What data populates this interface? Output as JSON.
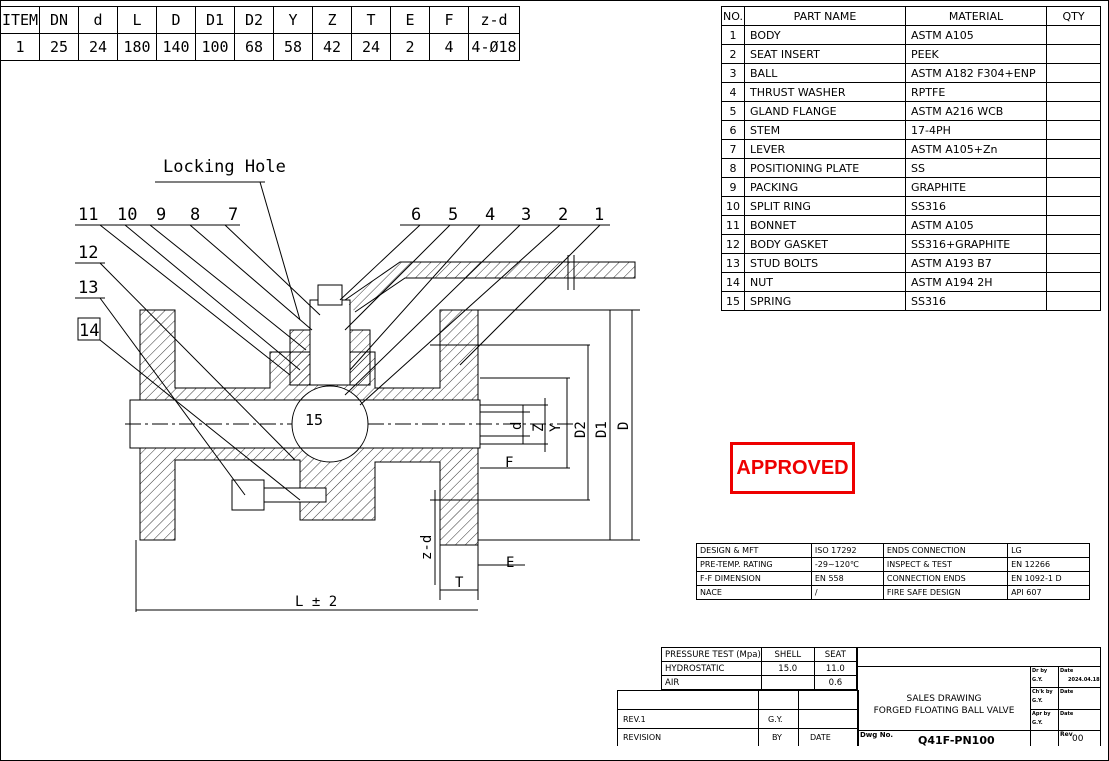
{
  "dimension_table": {
    "headers": [
      "ITEM",
      "DN",
      "d",
      "L",
      "D",
      "D1",
      "D2",
      "Y",
      "Z",
      "T",
      "E",
      "F",
      "z-d"
    ],
    "row": [
      "1",
      "25",
      "24",
      "180",
      "140",
      "100",
      "68",
      "58",
      "42",
      "24",
      "2",
      "4",
      "4-Ø18"
    ]
  },
  "parts_table": {
    "headers": {
      "no": "NO.",
      "name": "PART NAME",
      "material": "MATERIAL",
      "qty": "QTY"
    },
    "rows": [
      {
        "no": "1",
        "name": "BODY",
        "material": "ASTM A105",
        "qty": ""
      },
      {
        "no": "2",
        "name": "SEAT INSERT",
        "material": "PEEK",
        "qty": ""
      },
      {
        "no": "3",
        "name": "BALL",
        "material": "ASTM A182 F304+ENP",
        "qty": ""
      },
      {
        "no": "4",
        "name": "THRUST WASHER",
        "material": "RPTFE",
        "qty": ""
      },
      {
        "no": "5",
        "name": "GLAND FLANGE",
        "material": "ASTM A216 WCB",
        "qty": ""
      },
      {
        "no": "6",
        "name": "STEM",
        "material": "17-4PH",
        "qty": ""
      },
      {
        "no": "7",
        "name": "LEVER",
        "material": "ASTM A105+Zn",
        "qty": ""
      },
      {
        "no": "8",
        "name": "POSITIONING PLATE",
        "material": "SS",
        "qty": ""
      },
      {
        "no": "9",
        "name": "PACKING",
        "material": "GRAPHITE",
        "qty": ""
      },
      {
        "no": "10",
        "name": "SPLIT RING",
        "material": "SS316",
        "qty": ""
      },
      {
        "no": "11",
        "name": "BONNET",
        "material": "ASTM A105",
        "qty": ""
      },
      {
        "no": "12",
        "name": "BODY GASKET",
        "material": "SS316+GRAPHITE",
        "qty": ""
      },
      {
        "no": "13",
        "name": "STUD BOLTS",
        "material": "ASTM A193 B7",
        "qty": ""
      },
      {
        "no": "14",
        "name": "NUT",
        "material": "ASTM A194 2H",
        "qty": ""
      },
      {
        "no": "15",
        "name": "SPRING",
        "material": "SS316",
        "qty": ""
      }
    ]
  },
  "drawing": {
    "locking_hole": "Locking Hole",
    "callouts_top": [
      "11",
      "10",
      "9",
      "8",
      "7",
      "6",
      "5",
      "4",
      "3",
      "2",
      "1"
    ],
    "callouts_left": [
      "12",
      "13",
      "14"
    ],
    "ball_label": "15",
    "dims": {
      "d": "d",
      "z": "Z",
      "y": "Y",
      "d2": "D2",
      "d1": "D1",
      "D": "D",
      "F": "F",
      "E": "E",
      "T": "T",
      "zd": "z-d",
      "L": "L ± 2"
    }
  },
  "stamp": "APPROVED",
  "spec_table": {
    "rows": [
      [
        "DESIGN & MFT",
        "ISO 17292",
        "ENDS CONNECTION",
        "LG"
      ],
      [
        "PRE-TEMP. RATING",
        "-29~120℃",
        "INSPECT & TEST",
        "EN 12266"
      ],
      [
        "F-F DIMENSION",
        "EN 558",
        "CONNECTION ENDS",
        "EN 1092-1 D"
      ],
      [
        "NACE",
        "/",
        "FIRE SAFE DESIGN",
        "API 607"
      ]
    ]
  },
  "pressure_test": {
    "header": [
      "PRESSURE TEST (Mpa)",
      "SHELL",
      "SEAT"
    ],
    "rows": [
      [
        "HYDROSTATIC",
        "15.0",
        "11.0"
      ],
      [
        "AIR",
        "",
        "0.6"
      ]
    ]
  },
  "title_block": {
    "rev": "REV.1",
    "rev_by": "G.Y.",
    "revision_label": "REVISION",
    "by_label": "BY",
    "date_label": "DATE",
    "title_line1": "SALES DRAWING",
    "title_line2": "FORGED FLOATING BALL VALVE",
    "dwg_label": "Dwg No.",
    "dwg_no": "Q41F-PN100",
    "dr_by": "Dr by",
    "dr_name": "G.Y.",
    "date_label2": "Date",
    "date_value": "2024.04.18",
    "chk_by": "Ch'k by",
    "chk_name": "G.Y.",
    "apr_by": "Apr by",
    "apr_name": "G.Y.",
    "rev_label": "Rev",
    "rev_value": "00"
  }
}
